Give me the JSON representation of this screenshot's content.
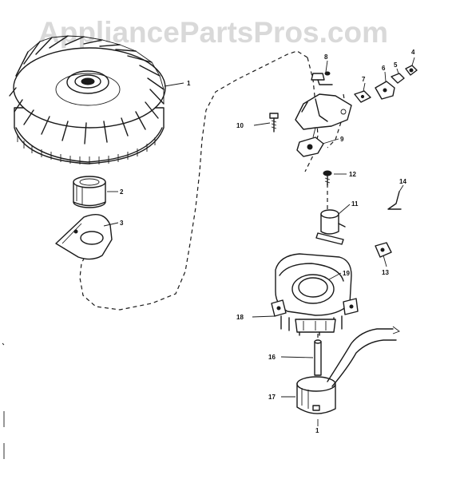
{
  "watermark": "AppliancePartsPros.com",
  "callouts": {
    "c1": "1",
    "c2": "2",
    "c3": "3",
    "c4": "4",
    "c5": "5",
    "c6": "6",
    "c7": "7",
    "c8": "8",
    "c9": "9",
    "c10": "10",
    "c11": "11",
    "c12": "12",
    "c13": "13",
    "c14": "14",
    "c16": "16",
    "c17": "17",
    "c18": "18",
    "c19": "19",
    "c1b": "1"
  },
  "colors": {
    "ink": "#1a1a1a",
    "watermark": "#d9d9d9",
    "background": "#ffffff"
  }
}
